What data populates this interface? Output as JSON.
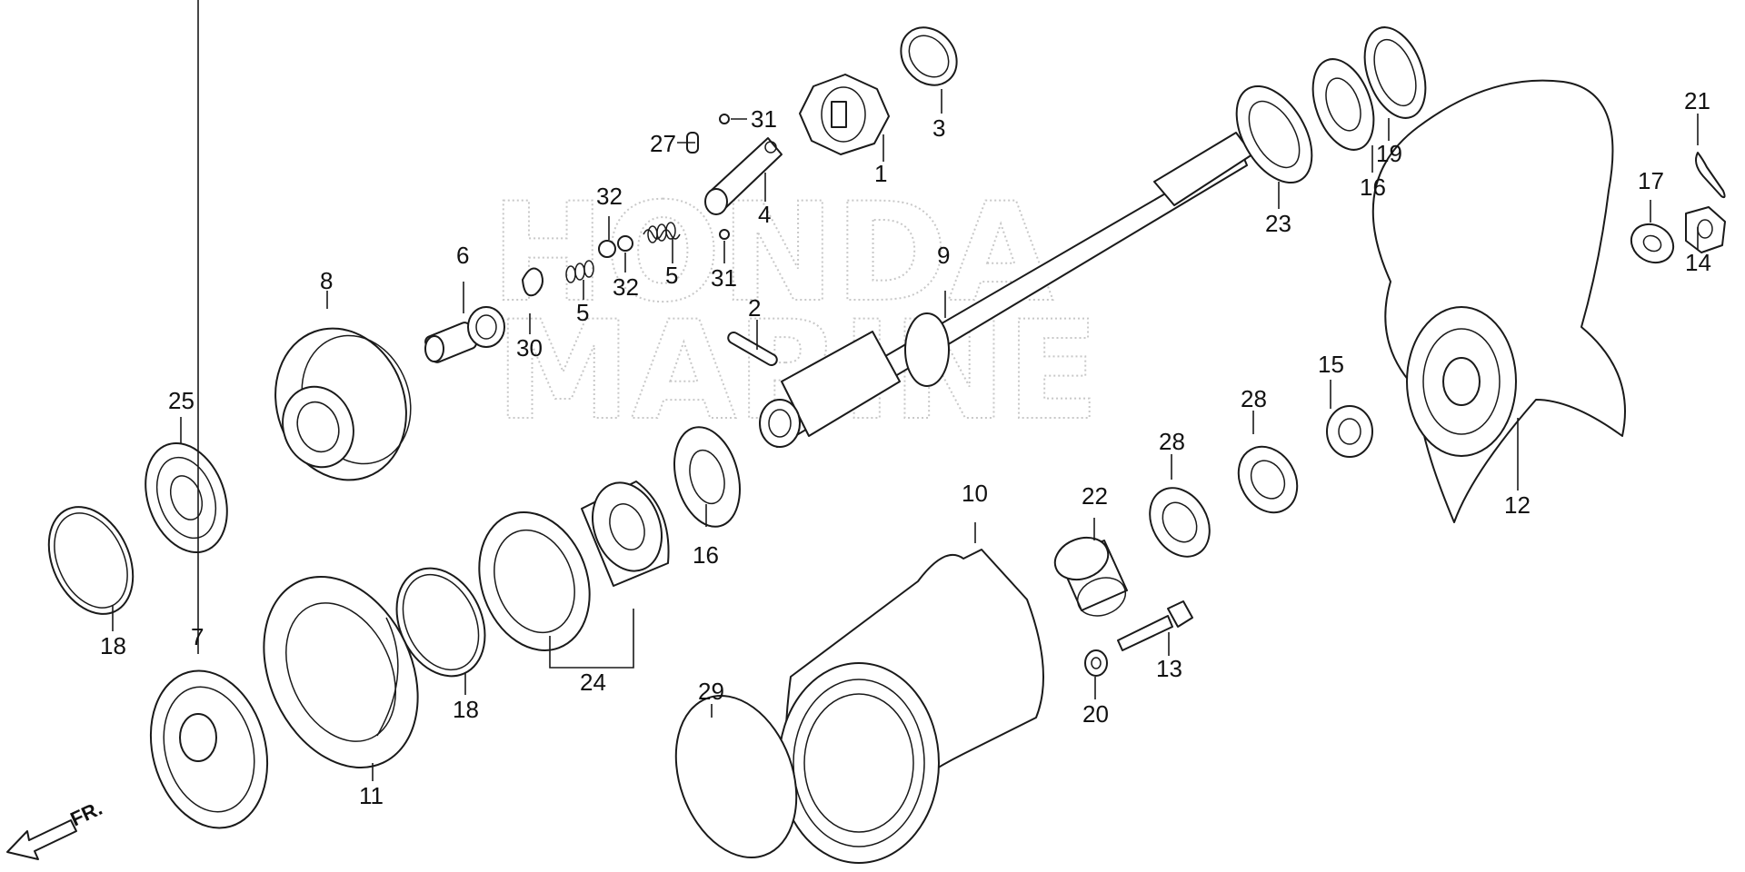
{
  "watermark": {
    "line1": "HONDA",
    "line2": "MARINE"
  },
  "direction_label": "FR.",
  "callouts": [
    {
      "id": "c1",
      "text": "1"
    },
    {
      "id": "c2",
      "text": "2"
    },
    {
      "id": "c3",
      "text": "3"
    },
    {
      "id": "c4",
      "text": "4"
    },
    {
      "id": "c5a",
      "text": "5"
    },
    {
      "id": "c5b",
      "text": "5"
    },
    {
      "id": "c6",
      "text": "6"
    },
    {
      "id": "c7",
      "text": "7"
    },
    {
      "id": "c8",
      "text": "8"
    },
    {
      "id": "c9",
      "text": "9"
    },
    {
      "id": "c10",
      "text": "10"
    },
    {
      "id": "c11",
      "text": "11"
    },
    {
      "id": "c12",
      "text": "12"
    },
    {
      "id": "c13",
      "text": "13"
    },
    {
      "id": "c14",
      "text": "14"
    },
    {
      "id": "c15",
      "text": "15"
    },
    {
      "id": "c16a",
      "text": "16"
    },
    {
      "id": "c16b",
      "text": "16"
    },
    {
      "id": "c17",
      "text": "17"
    },
    {
      "id": "c18a",
      "text": "18"
    },
    {
      "id": "c18b",
      "text": "18"
    },
    {
      "id": "c19",
      "text": "19"
    },
    {
      "id": "c20",
      "text": "20"
    },
    {
      "id": "c21",
      "text": "21"
    },
    {
      "id": "c22",
      "text": "22"
    },
    {
      "id": "c23",
      "text": "23"
    },
    {
      "id": "c24",
      "text": "24"
    },
    {
      "id": "c25",
      "text": "25"
    },
    {
      "id": "c27",
      "text": "27"
    },
    {
      "id": "c28a",
      "text": "28"
    },
    {
      "id": "c28b",
      "text": "28"
    },
    {
      "id": "c29",
      "text": "29"
    },
    {
      "id": "c30",
      "text": "30"
    },
    {
      "id": "c31a",
      "text": "31"
    },
    {
      "id": "c31b",
      "text": "31"
    },
    {
      "id": "c32a",
      "text": "32"
    },
    {
      "id": "c32b",
      "text": "32"
    }
  ]
}
